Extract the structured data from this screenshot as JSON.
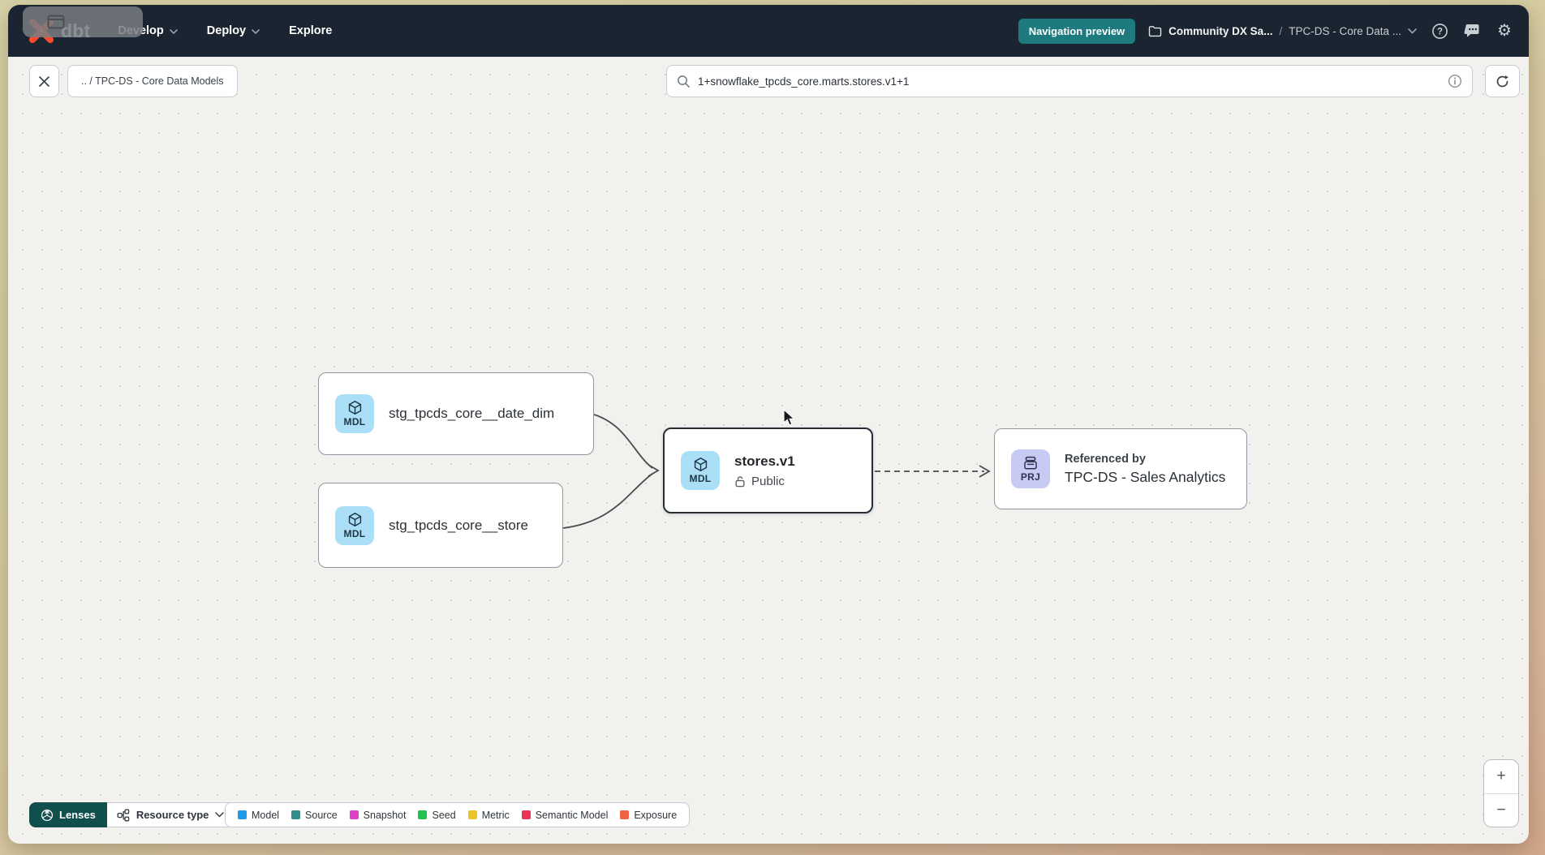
{
  "header": {
    "logo_text": "dbt",
    "nav": [
      {
        "label": "Develop"
      },
      {
        "label": "Deploy"
      },
      {
        "label": "Explore"
      }
    ],
    "preview_badge": "Navigation preview",
    "breadcrumb": {
      "project": "Community DX Sa...",
      "separator": "/",
      "context": "TPC-DS - Core Data ..."
    }
  },
  "toolbar": {
    "back_chip": ".. / TPC-DS - Core Data Models",
    "search_value": "1+snowflake_tpcds_core.marts.stores.v1+1"
  },
  "graph": {
    "nodes": [
      {
        "badge": "MDL",
        "label": "stg_tpcds_core__date_dim"
      },
      {
        "badge": "MDL",
        "label": "stg_tpcds_core__store"
      },
      {
        "badge": "MDL",
        "label": "stores.v1",
        "access": "Public"
      },
      {
        "badge": "PRJ",
        "eyebrow": "Referenced by",
        "label": "TPC-DS - Sales Analytics"
      }
    ]
  },
  "footer": {
    "lenses_label": "Lenses",
    "resource_type_label": "Resource type",
    "legend": [
      {
        "label": "Model",
        "color": "#1e9be8"
      },
      {
        "label": "Source",
        "color": "#2f8f8f"
      },
      {
        "label": "Snapshot",
        "color": "#df3fc9"
      },
      {
        "label": "Seed",
        "color": "#23c24c"
      },
      {
        "label": "Metric",
        "color": "#edc327"
      },
      {
        "label": "Semantic Model",
        "color": "#ea3158"
      },
      {
        "label": "Exposure",
        "color": "#ee6342"
      }
    ],
    "zoom_in": "+",
    "zoom_out": "−"
  },
  "colors": {
    "header_bg": "#1b2531",
    "accent_teal": "#1d7b80",
    "lenses_bg": "#114f4c",
    "mdl_badge": "#abdff7",
    "prj_badge": "#c7cbf4",
    "selected_border": "#262f38"
  }
}
